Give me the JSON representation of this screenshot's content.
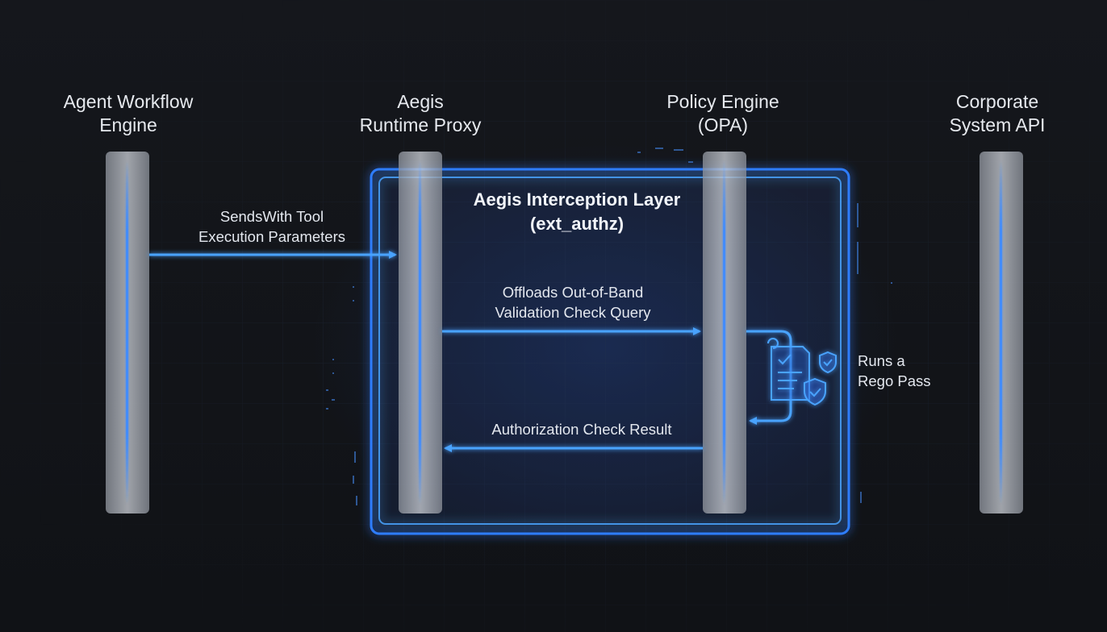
{
  "participants": [
    {
      "line1": "Agent Workflow",
      "line2": "Engine"
    },
    {
      "line1": "Aegis",
      "line2": "Runtime Proxy"
    },
    {
      "line1": "Policy Engine",
      "line2": "(OPA)"
    },
    {
      "line1": "Corporate",
      "line2": "System API"
    }
  ],
  "interception_layer": {
    "line1": "Aegis Interception Layer",
    "line2": "(ext_authz)"
  },
  "messages": [
    {
      "from": "Agent Workflow Engine",
      "to": "Aegis Runtime Proxy",
      "line1": "SendsWith Tool",
      "line2": "Execution Parameters"
    },
    {
      "from": "Aegis Runtime Proxy",
      "to": "Policy Engine (OPA)",
      "line1": "Offloads Out-of-Band",
      "line2": "Validation Check Query"
    },
    {
      "from": "Policy Engine (OPA)",
      "to": "Aegis Runtime Proxy",
      "line1": "Authorization Check Result"
    }
  ],
  "self_call": {
    "on": "Policy Engine (OPA)",
    "line1": "Runs a",
    "line2": "Rego Pass",
    "icon": "policy-document-shield-icon"
  },
  "colors": {
    "background": "#111318",
    "accent_blue": "#2f7dff",
    "glow_blue": "#4aa3ff",
    "lifeline_fill": "#b9bec7",
    "text": "#e6e9ee"
  }
}
